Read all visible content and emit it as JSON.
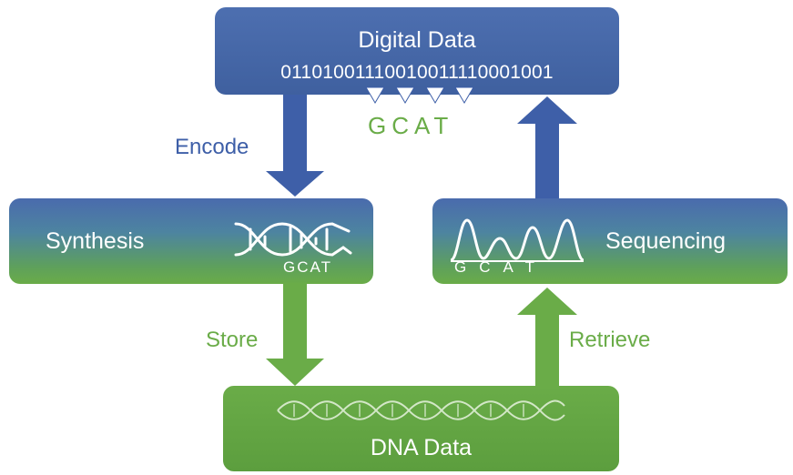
{
  "digital": {
    "title": "Digital Data",
    "bits": "01101001110010011110001001",
    "gcat": "GCAT"
  },
  "synthesis": {
    "title": "Synthesis",
    "gcat": "GCAT"
  },
  "sequencing": {
    "title": "Sequencing",
    "gcat": "GCAT"
  },
  "dna": {
    "title": "DNA Data"
  },
  "labels": {
    "encode": "Encode",
    "store": "Store",
    "retrieve": "Retrieve"
  },
  "colors": {
    "blue": "#3e5fa8",
    "green": "#6aac48"
  }
}
